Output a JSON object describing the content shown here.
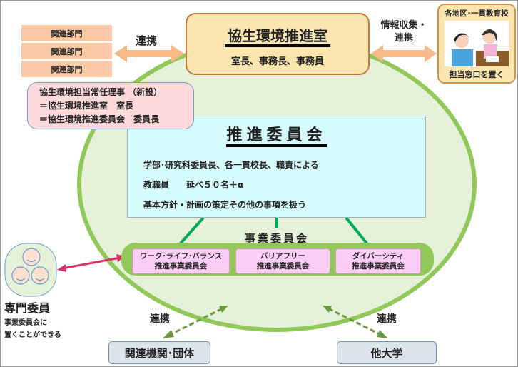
{
  "office": {
    "title": "協生環境推進室",
    "members": "室長、事務長、事務員"
  },
  "departments": [
    "関連部門",
    "関連部門",
    "関連部門"
  ],
  "left_link_label": "連携",
  "right_link_label": [
    "情報収集・",
    "連携"
  ],
  "regional": {
    "title": "各地区･一貫教育校",
    "caption": "担当窓口を置く"
  },
  "director": {
    "lines": [
      "協生環境担当常任理事 （新設）",
      "＝協生環境推進室　室長",
      "＝協生環境推進委員会　委員長"
    ]
  },
  "committee": {
    "title": "推進委員会",
    "lines": [
      "学部･研究科委員長、各一貫校長、職責による",
      "教職員　　延べ５０名＋α",
      "基本方針・計画の策定その他の事項を扱う"
    ]
  },
  "business": {
    "title": "事業委員会",
    "items": [
      {
        "name": "ワーク･ライフ･バランス",
        "sub": "推進事業委員会"
      },
      {
        "name": "バリアフリー",
        "sub": "推進事業委員会"
      },
      {
        "name": "ダイバーシティ",
        "sub": "推進事業委員会"
      }
    ]
  },
  "experts": {
    "title": "専門委員",
    "note": [
      "事業委員会に",
      "置くことができる"
    ]
  },
  "bottom_links": {
    "left_label": "連携",
    "right_label": "連携",
    "left_box": "関連機関･団体",
    "right_box": "他大学"
  },
  "colors": {
    "circle_fill": "#e5f1d8",
    "circle_stroke": "#92c85a",
    "office_fill": "#fde5b0",
    "committee_fill": "#d5fbfd",
    "business_bar": "#92c85a",
    "sub_fill": "#fbcdf6",
    "arrow_orange": "#f7b98a",
    "arrow_pink": "#d8306f"
  }
}
